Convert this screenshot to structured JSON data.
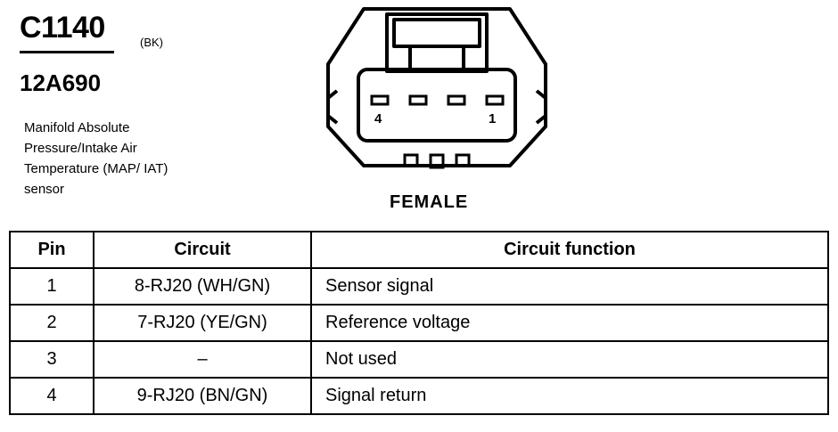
{
  "connector": {
    "id": "C1140",
    "color": "(BK)",
    "part_number": "12A690",
    "description": "Manifold Absolute Pressure/Intake Air Temperature (MAP/ IAT) sensor",
    "gender": "FEMALE",
    "pin_label_left": "4",
    "pin_label_right": "1"
  },
  "table": {
    "headers": [
      "Pin",
      "Circuit",
      "Circuit function"
    ],
    "rows": [
      {
        "pin": "1",
        "circuit": "8-RJ20 (WH/GN)",
        "function": "Sensor signal"
      },
      {
        "pin": "2",
        "circuit": "7-RJ20 (YE/GN)",
        "function": "Reference voltage"
      },
      {
        "pin": "3",
        "circuit": "–",
        "function": "Not used"
      },
      {
        "pin": "4",
        "circuit": "9-RJ20 (BN/GN)",
        "function": "Signal return"
      }
    ]
  }
}
